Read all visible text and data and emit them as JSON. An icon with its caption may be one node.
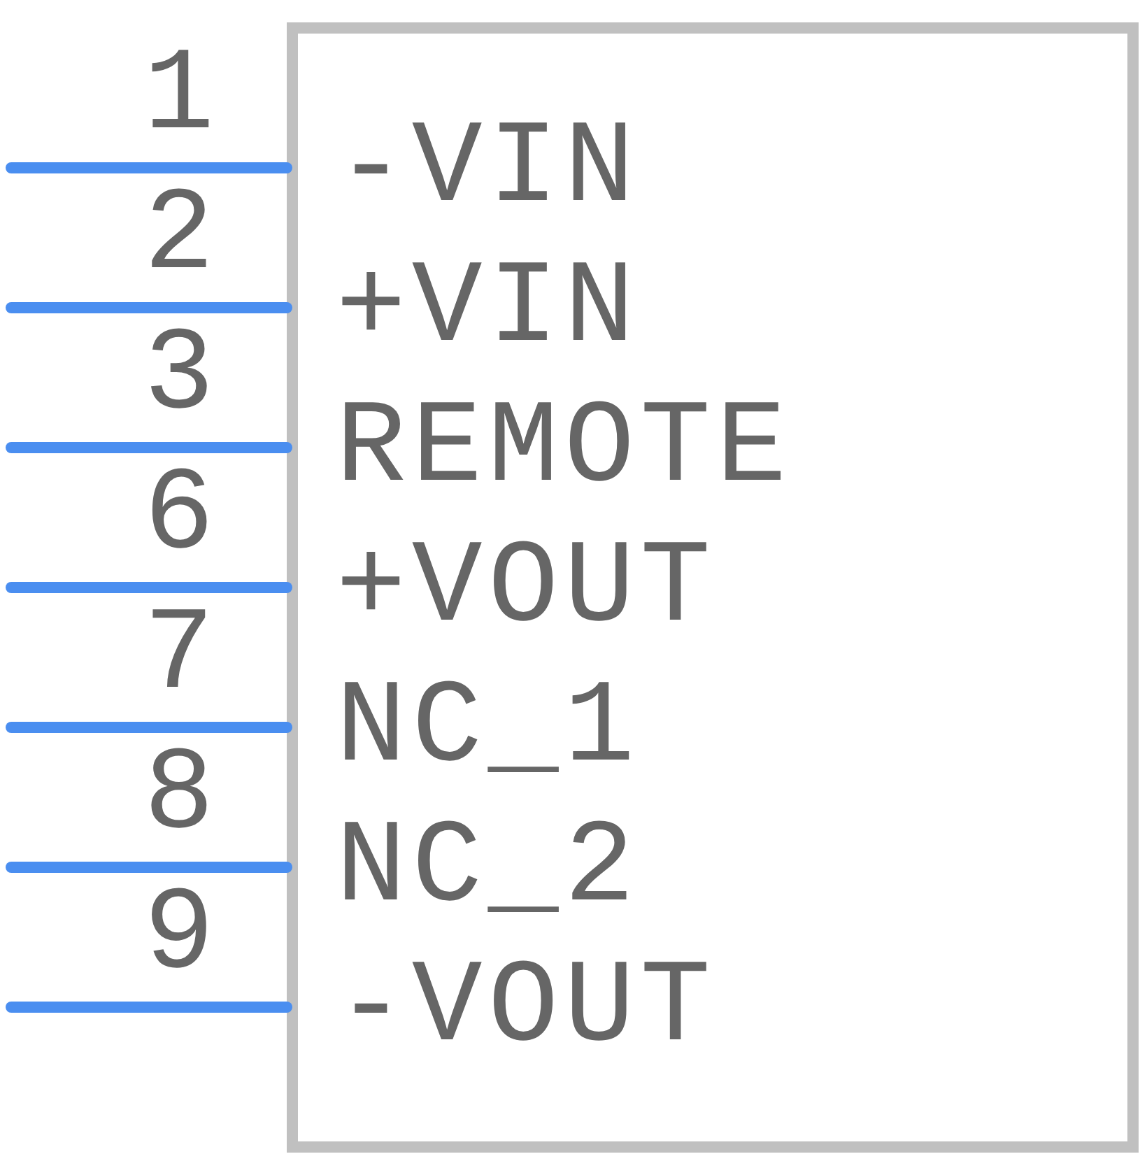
{
  "diagram": {
    "labels": [
      "1",
      "-VIN",
      "2",
      "+VIN",
      "3",
      "REMOTE",
      "6",
      "+VOUT",
      "7",
      "NC_1",
      "8",
      "NC_2",
      "9",
      "-VOUT"
    ]
  }
}
